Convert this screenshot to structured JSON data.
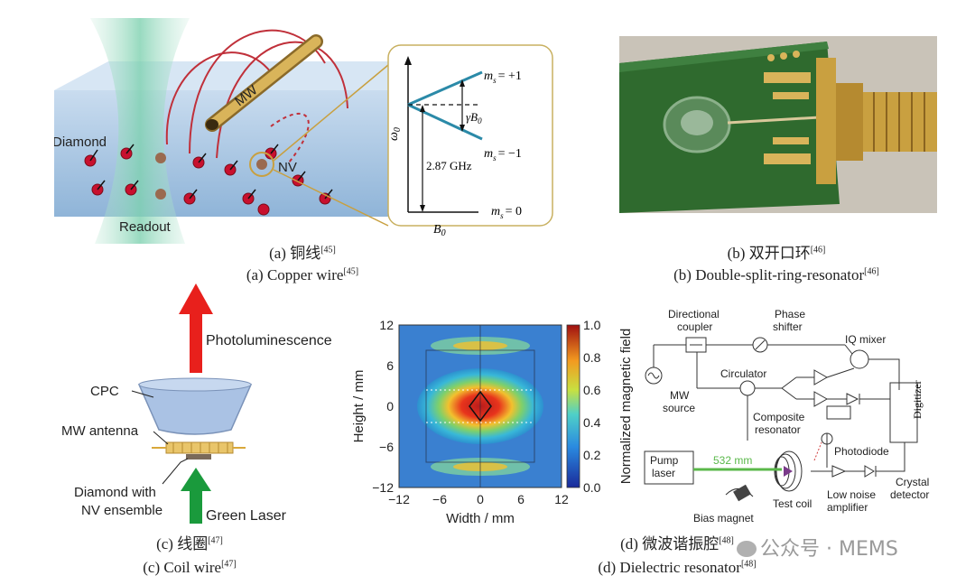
{
  "panel_a": {
    "labels": {
      "mw": "MW",
      "diamond": "Diamond",
      "nv": "NV",
      "readout": "Readout",
      "y_axis": "ω",
      "y_axis_sub": "0",
      "x_axis": "B",
      "x_axis_sub": "0",
      "ms_plus": "m",
      "ms_plus_val": "= +1",
      "ms_minus": "m",
      "ms_minus_val": "= −1",
      "ms_zero": "m",
      "ms_zero_val": "= 0",
      "ms_sub": "s",
      "gamma": "γB",
      "gamma_sub": "0",
      "gap": "2.87 GHz"
    },
    "caption_cn": "(a) 铜线",
    "caption_cn_ref": "[45]",
    "caption_en": "(a) Copper wire",
    "caption_en_ref": "[45]"
  },
  "panel_b": {
    "caption_cn": "(b) 双开口环",
    "caption_cn_ref": "[46]",
    "caption_en": "(b) Double-split-ring-resonator",
    "caption_en_ref": "[46]"
  },
  "panel_c": {
    "labels": {
      "photoluminescence": "Photoluminescence",
      "cpc": "CPC",
      "mw_antenna": "MW antenna",
      "diamond_line1": "Diamond with",
      "diamond_line2": "NV ensemble",
      "green_laser": "Green Laser"
    },
    "caption_cn": "(c) 线圈",
    "caption_cn_ref": "[47]",
    "caption_en": "(c) Coil wire",
    "caption_en_ref": "[47]"
  },
  "panel_heatmap": {
    "xlabel": "Width / mm",
    "ylabel": "Height / mm",
    "colorbar_label": "Normalized magnetic field",
    "xticks": [
      "−12",
      "−6",
      "0",
      "6",
      "12"
    ],
    "yticks": [
      "12",
      "6",
      "0",
      "−6",
      "−12"
    ],
    "cticks": [
      "1.0",
      "0.8",
      "0.6",
      "0.4",
      "0.2",
      "0.0"
    ]
  },
  "panel_d": {
    "labels": {
      "directional_coupler_1": "Directional",
      "directional_coupler_2": "coupler",
      "phase_shifter_1": "Phase",
      "phase_shifter_2": "shifter",
      "iq_mixer": "IQ mixer",
      "circulator": "Circulator",
      "mw_source_1": "MW",
      "mw_source_2": "source",
      "composite_1": "Composite",
      "composite_2": "resonator",
      "digitizer": "Digitizer",
      "pump_1": "Pump",
      "pump_2": "laser",
      "wavelength": "532 mm",
      "photodiode": "Photodiode",
      "low_noise_1": "Low noise",
      "low_noise_2": "amplifier",
      "crystal_1": "Crystal",
      "crystal_2": "detector",
      "test_coil": "Test coil",
      "bias_magnet": "Bias magnet"
    },
    "caption_cn": "(d) 微波谐振腔",
    "caption_cn_ref": "[48]",
    "caption_en": "(d) Dielectric resonator",
    "caption_en_ref": "[48]"
  },
  "watermark": "公众号 · MEMS",
  "colors": {
    "beam": "#9fd8c4",
    "block": "#b9d3ea",
    "field_line": "#c0303a",
    "nv_dot": "#c8102e",
    "arrow_red": "#e8201c",
    "arrow_green": "#1a9a3c",
    "energy_line": "#2b8aa8",
    "pcb": "#2f6a2e",
    "gold": "#d9b45a"
  }
}
